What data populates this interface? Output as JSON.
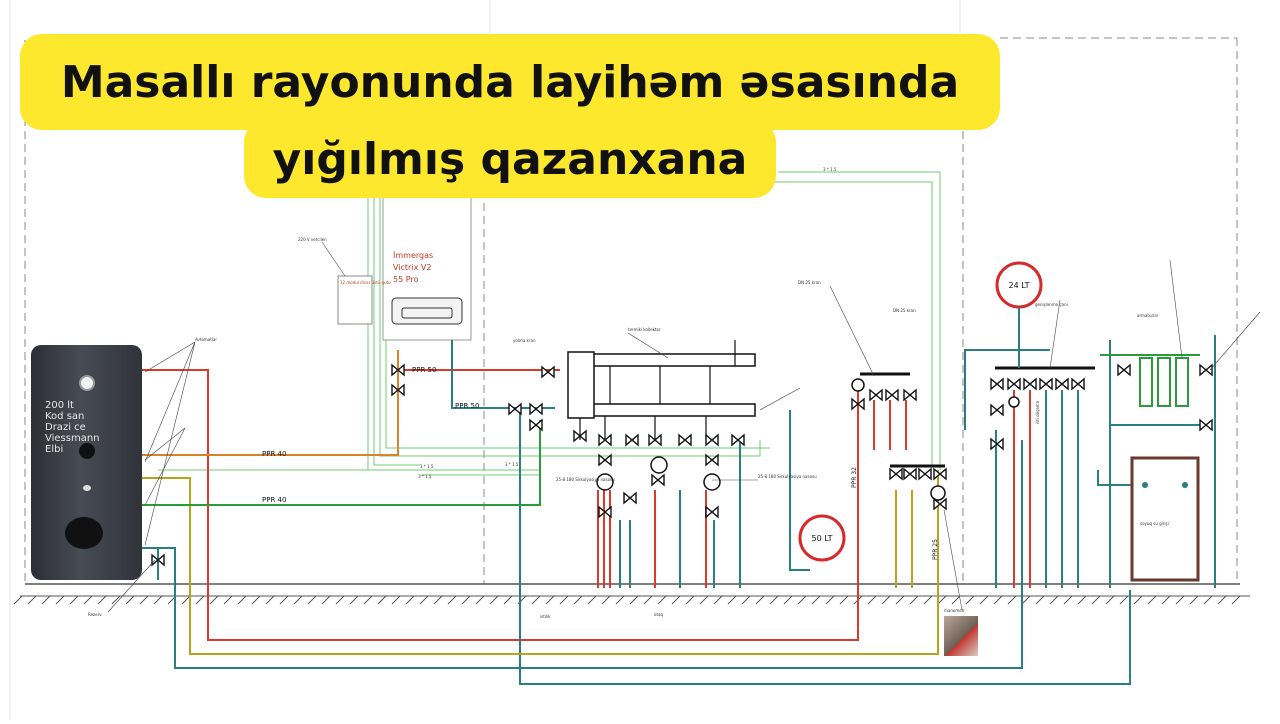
{
  "banner": {
    "line1": "Masallı rayonunda layihəm əsasında",
    "line2": "yığılmış qazanxana"
  },
  "boiler": {
    "brand": "İmmergas",
    "model": "Victrix V2",
    "version": "55 Pro"
  },
  "tank": {
    "line1": "200 lt",
    "line2": "Kod san",
    "line3": "Drazi ce",
    "line4": "Viessmann",
    "line5": "Elbi"
  },
  "pipes": {
    "ppr50_a": "PPR 50",
    "ppr50_b": "PPR 50",
    "ppr40_a": "PPR 40",
    "ppr40_b": "PPR 40",
    "ppr32": "PPR 32",
    "ppr25": "PPR 25"
  },
  "vessels": {
    "v50": "50 LT",
    "v24": "24 LT"
  },
  "annotations": {
    "v220": "220 V vercilen",
    "module": "12 modul divar üstü qutu",
    "tank_label": "Avtomatlar",
    "valve_label": "yolma kran",
    "collector": "termiki kollektor",
    "dn25_a": "DN 25 kran",
    "dn25_b": "DN 25 kran",
    "pump_a": "25-8 180 Sirkulyasiya nasosu",
    "pump_b": "25-8 180 Sirkulyasiya nasosu",
    "expansion": "genişlənmə çəni",
    "floor": "isti döşəmə",
    "manometer": "manometr",
    "reserve": "Rezerv",
    "cold_water": "soyuq su girişi",
    "room": "otaq",
    "heating": "istilik",
    "accessories": "armaturlar",
    "lines_a": "3 * 1.5",
    "lines_b": "3 * 1.5",
    "lines_c": "3 * 1.5",
    "lines_d": "3 * 1.5"
  },
  "colors": {
    "banner": "#fde82d",
    "hot": "#d93a2b",
    "return": "#2a7f80",
    "yellow": "#b8a21e",
    "green": "#2b9c3a",
    "orange": "#d8822a",
    "line": "#6fce72"
  }
}
